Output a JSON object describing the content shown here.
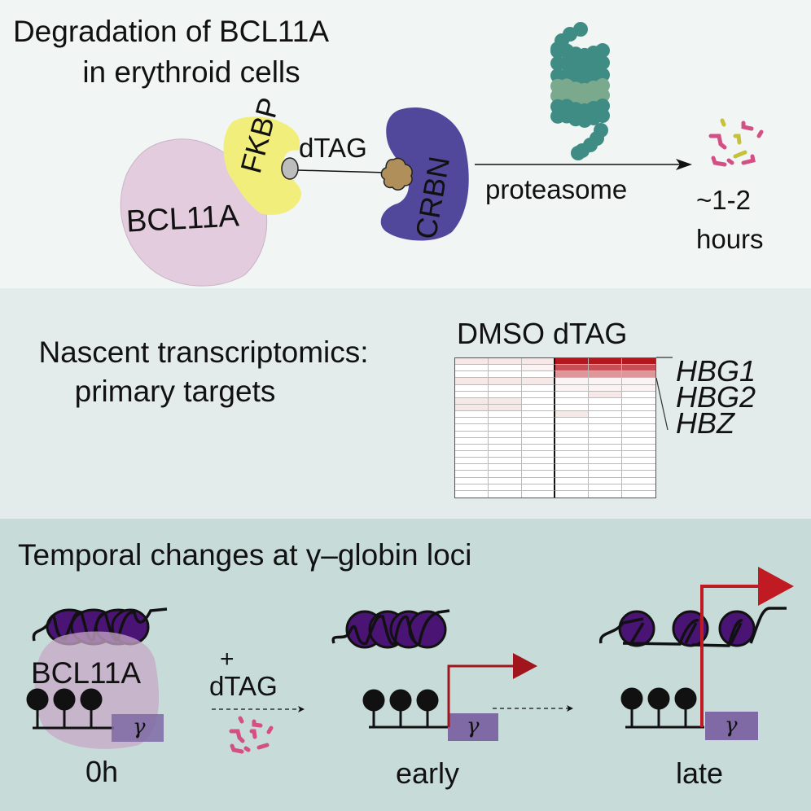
{
  "panel1": {
    "title_line1": "Degradation of BCL11A",
    "title_line2": "in erythroid cells",
    "labels": {
      "bcl11a": "BCL11A",
      "fkbp": "FKBP",
      "dtag": "dTAG",
      "crbn": "CRBN",
      "proteasome": "proteasome",
      "time_line1": "~1-2",
      "time_line2": "hours"
    },
    "colors": {
      "bcl11a": "#e4ccdf",
      "fkbp": "#f2ee7c",
      "crbn": "#51489b",
      "ligand": "#b08f5b",
      "proteasome_dark": "#3f8c84",
      "proteasome_light": "#7aa98d",
      "fragment_pink": "#d34f84",
      "fragment_yellow": "#c5c23a"
    }
  },
  "panel2": {
    "title_line1": "Nascent transcriptomics:",
    "title_line2": "primary targets",
    "heatmap_header": "DMSO dTAG",
    "genes": [
      "HBG1",
      "HBG2",
      "HBZ"
    ],
    "colors": {
      "high": "#b3161c",
      "mid": "#c2505a",
      "low": "#d9999e",
      "faint": "#f6e8ec",
      "none": "#ffffff"
    }
  },
  "panel3": {
    "title": "Temporal changes at γ–globin loci",
    "bcl11a_label": "BCL11A",
    "treatment_plus": "+",
    "treatment_label": "dTAG",
    "gene_symbol": "γ",
    "states": [
      "0h",
      "early",
      "late"
    ],
    "colors": {
      "nucleosome": "#4a1475",
      "gene_box": "#7f6aa6",
      "arrow": "#b3161c",
      "bcl11a_overlay": "#d5b3cf"
    }
  },
  "chart_data": {
    "type": "heatmap",
    "title": "DMSO dTAG",
    "column_groups": [
      {
        "name": "DMSO",
        "columns": 3
      },
      {
        "name": "dTAG",
        "columns": 3
      }
    ],
    "row_labels_shown": [
      "HBG1",
      "HBG2",
      "HBZ"
    ],
    "values": [
      [
        0.1,
        0.1,
        0.1,
        1.0,
        1.0,
        1.0
      ],
      [
        0,
        0,
        0.05,
        0.75,
        0.75,
        0.75
      ],
      [
        0,
        0,
        0,
        0.45,
        0.45,
        0.45
      ],
      [
        0.1,
        0.1,
        0.1,
        0.05,
        0.05,
        0.05
      ],
      [
        0,
        0,
        0,
        0.05,
        0.05,
        0.05
      ],
      [
        0,
        0,
        0,
        0,
        0.1,
        0
      ],
      [
        0.1,
        0.1,
        0,
        0,
        0,
        0
      ],
      [
        0.1,
        0.1,
        0,
        0,
        0,
        0
      ],
      [
        0,
        0,
        0,
        0.1,
        0,
        0
      ],
      [
        0,
        0,
        0,
        0,
        0,
        0
      ],
      [
        0,
        0,
        0,
        0,
        0,
        0
      ],
      [
        0,
        0,
        0,
        0,
        0,
        0
      ],
      [
        0,
        0,
        0,
        0,
        0,
        0
      ],
      [
        0,
        0,
        0,
        0,
        0,
        0
      ],
      [
        0,
        0,
        0,
        0,
        0,
        0
      ],
      [
        0,
        0,
        0,
        0,
        0,
        0
      ],
      [
        0,
        0,
        0,
        0,
        0,
        0
      ],
      [
        0,
        0,
        0,
        0,
        0,
        0
      ],
      [
        0,
        0,
        0,
        0,
        0,
        0
      ],
      [
        0,
        0,
        0,
        0,
        0,
        0
      ],
      [
        0,
        0,
        0,
        0,
        0,
        0
      ]
    ],
    "colorscale": [
      "#ffffff",
      "#b3161c"
    ]
  }
}
